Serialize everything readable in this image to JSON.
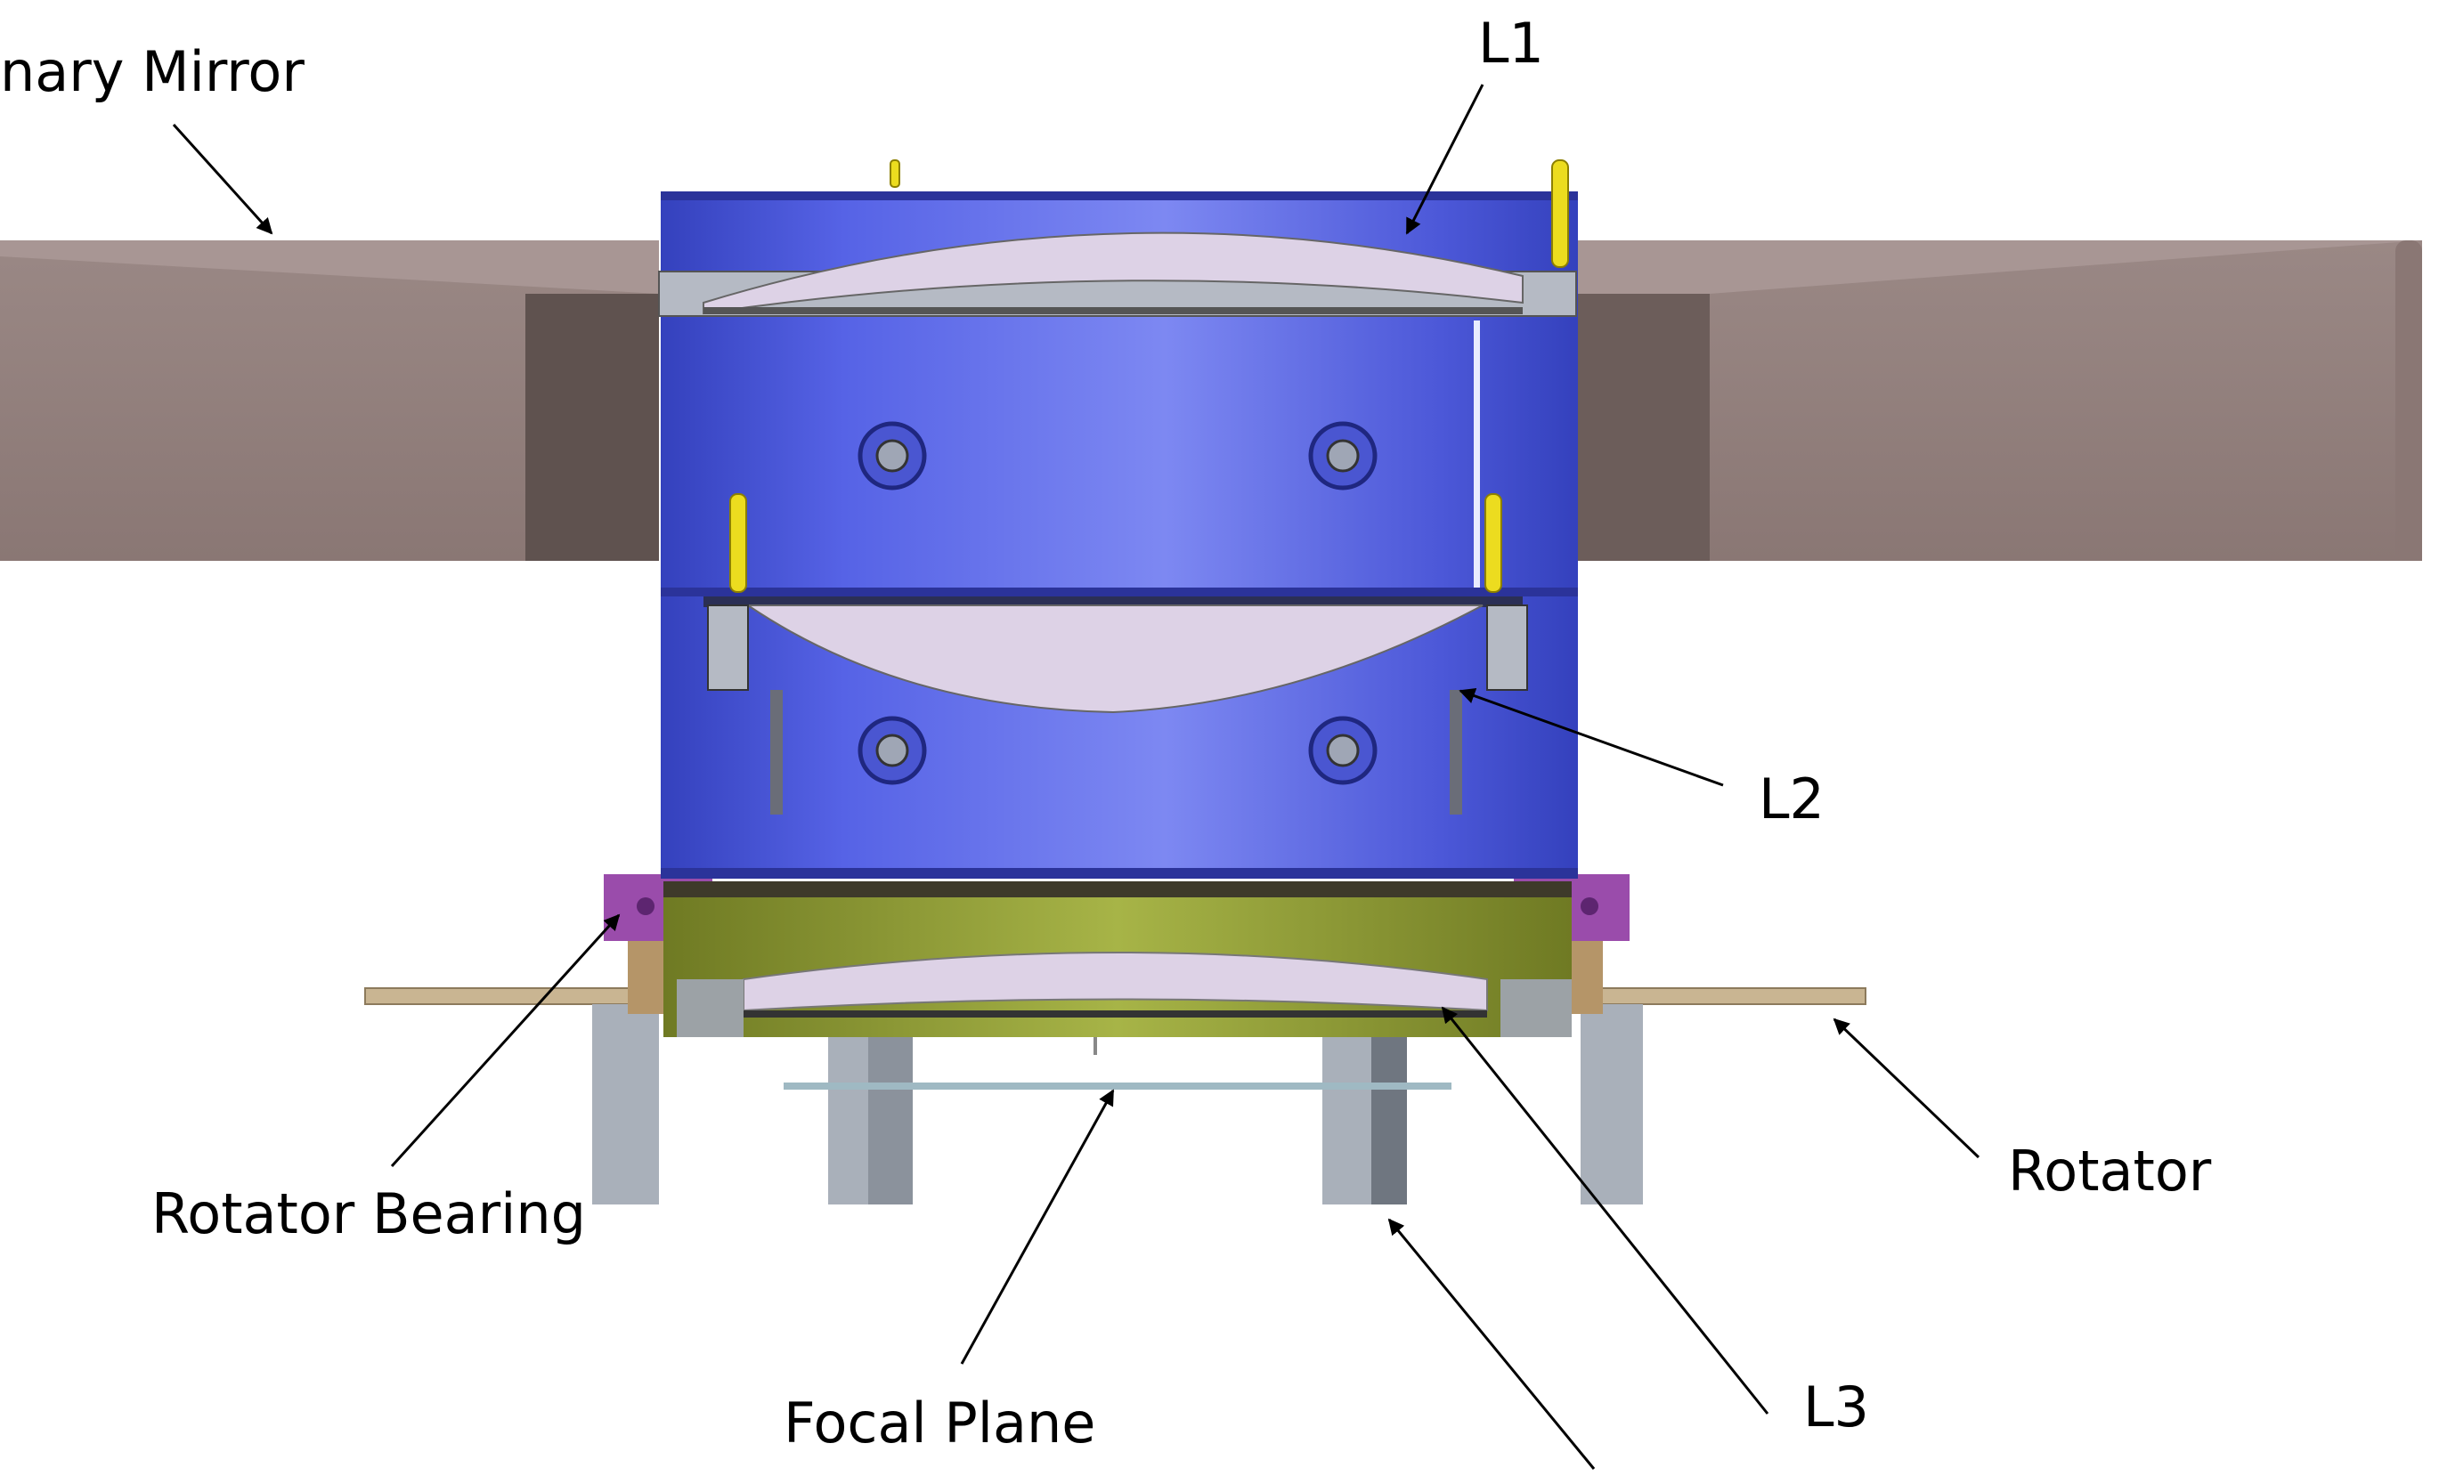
{
  "labels": {
    "primary_mirror": "nary Mirror",
    "l1": "L1",
    "l2": "L2",
    "l3": "L3",
    "rotator_bearing": "Rotator Bearing",
    "rotator": "Rotator",
    "focal_plane": "Focal Plane"
  },
  "colors": {
    "mirror": "#8f7c79",
    "mirror_dark": "#5f524f",
    "barrel": "#5663e6",
    "barrel_light": "#7d88f2",
    "barrel_dark": "#3441bd",
    "lens": "#ddd2e6",
    "cell_green": "#8c9a36",
    "bearing_purple": "#9a4cab",
    "rotator_plate": "#c9b592",
    "leg_grey": "#a9b0ba",
    "bracket_tan": "#b59568",
    "pin_yellow": "#ecdc1f"
  }
}
